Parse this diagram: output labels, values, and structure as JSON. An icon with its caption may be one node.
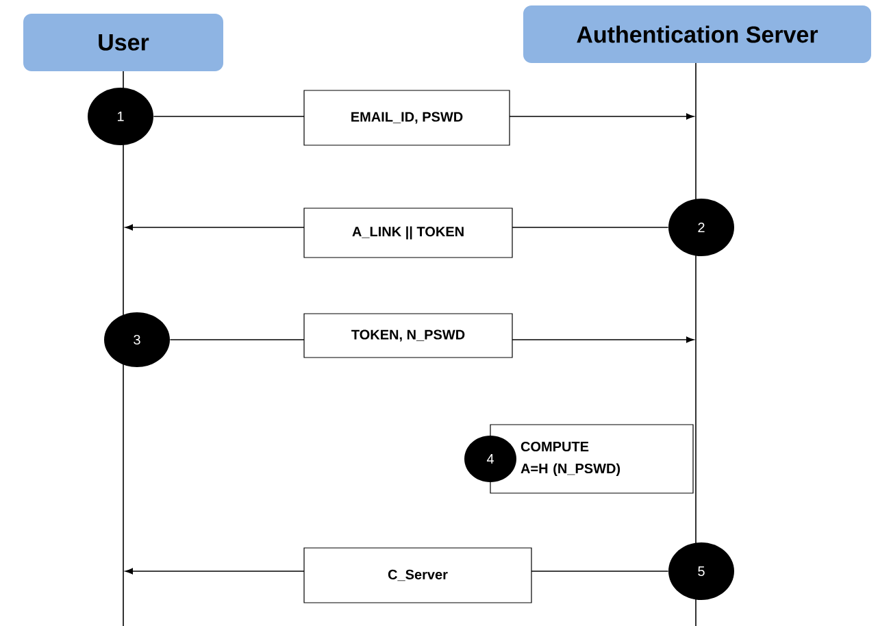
{
  "diagram": {
    "nodes": [
      {
        "text": [
          "User"
        ]
      },
      {
        "text": [
          "Authentication Server"
        ]
      },
      {
        "text": [
          "1"
        ]
      },
      {
        "text": [
          "2"
        ]
      },
      {
        "text": [
          "3"
        ]
      },
      {
        "text": [
          "4"
        ]
      },
      {
        "text": [
          "COMPUTE A=H (N_PSWD)"
        ]
      },
      {
        "text": [
          "5"
        ]
      }
    ],
    "edges": [
      {
        "from": 2,
        "to": null,
        "arrow": "to",
        "label": "EMAIL_ID, PSWD"
      },
      {
        "from": 3,
        "to": null,
        "arrow": "to",
        "label": "A_LINK || TOKEN"
      },
      {
        "from": 4,
        "to": null,
        "arrow": "to",
        "label": "TOKEN, N_PSWD"
      },
      {
        "from": 7,
        "to": null,
        "arrow": "to",
        "label": "C_Server"
      }
    ]
  }
}
